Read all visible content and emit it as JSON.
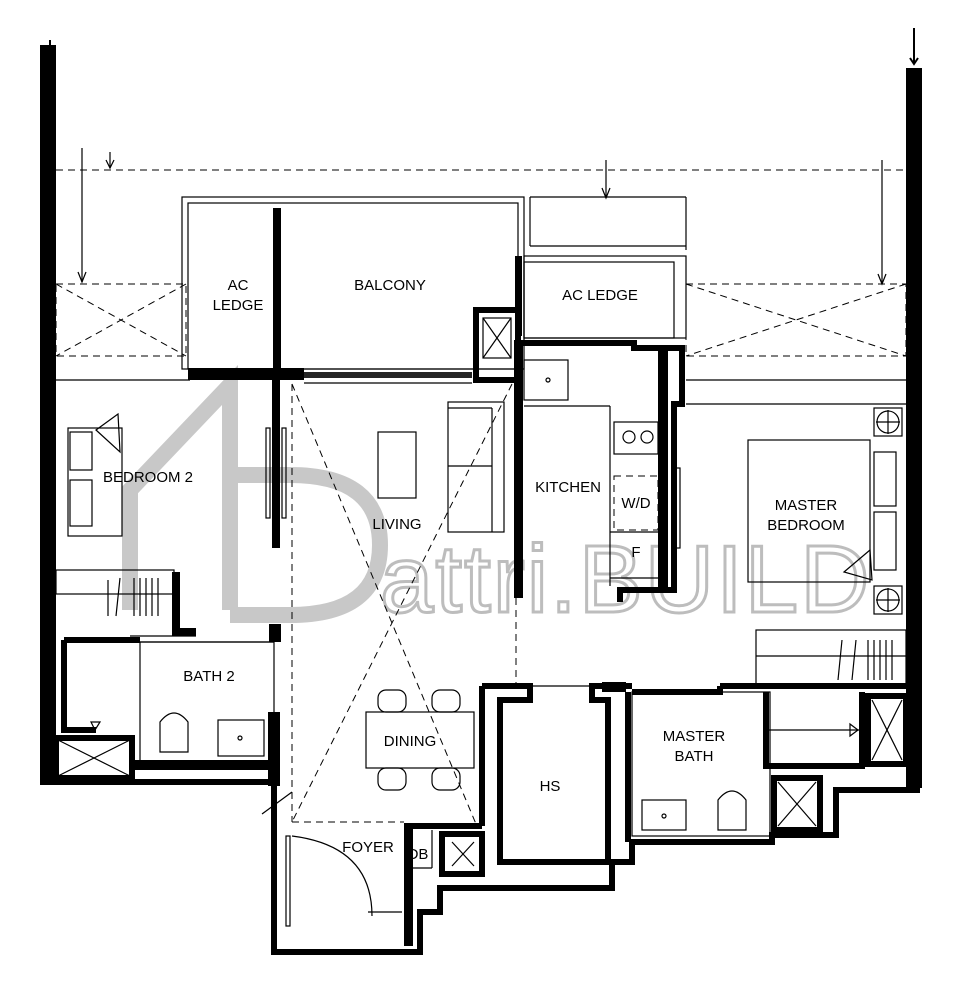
{
  "rooms": {
    "ac_ledge_left": [
      "AC",
      "LEDGE"
    ],
    "balcony": "BALCONY",
    "ac_ledge_right": "AC LEDGE",
    "bedroom2": "BEDROOM 2",
    "living": "LIVING",
    "kitchen": "KITCHEN",
    "wd": "W/D",
    "fridge": "F",
    "master_bedroom": [
      "MASTER",
      "BEDROOM"
    ],
    "bath2": "BATH 2",
    "dining": "DINING",
    "hs": "HS",
    "master_bath": [
      "MASTER",
      "BATH"
    ],
    "foyer": "FOYER",
    "db": "DB"
  },
  "watermark": {
    "text": "attri.BUILD",
    "logo": "attri-build-logo"
  }
}
